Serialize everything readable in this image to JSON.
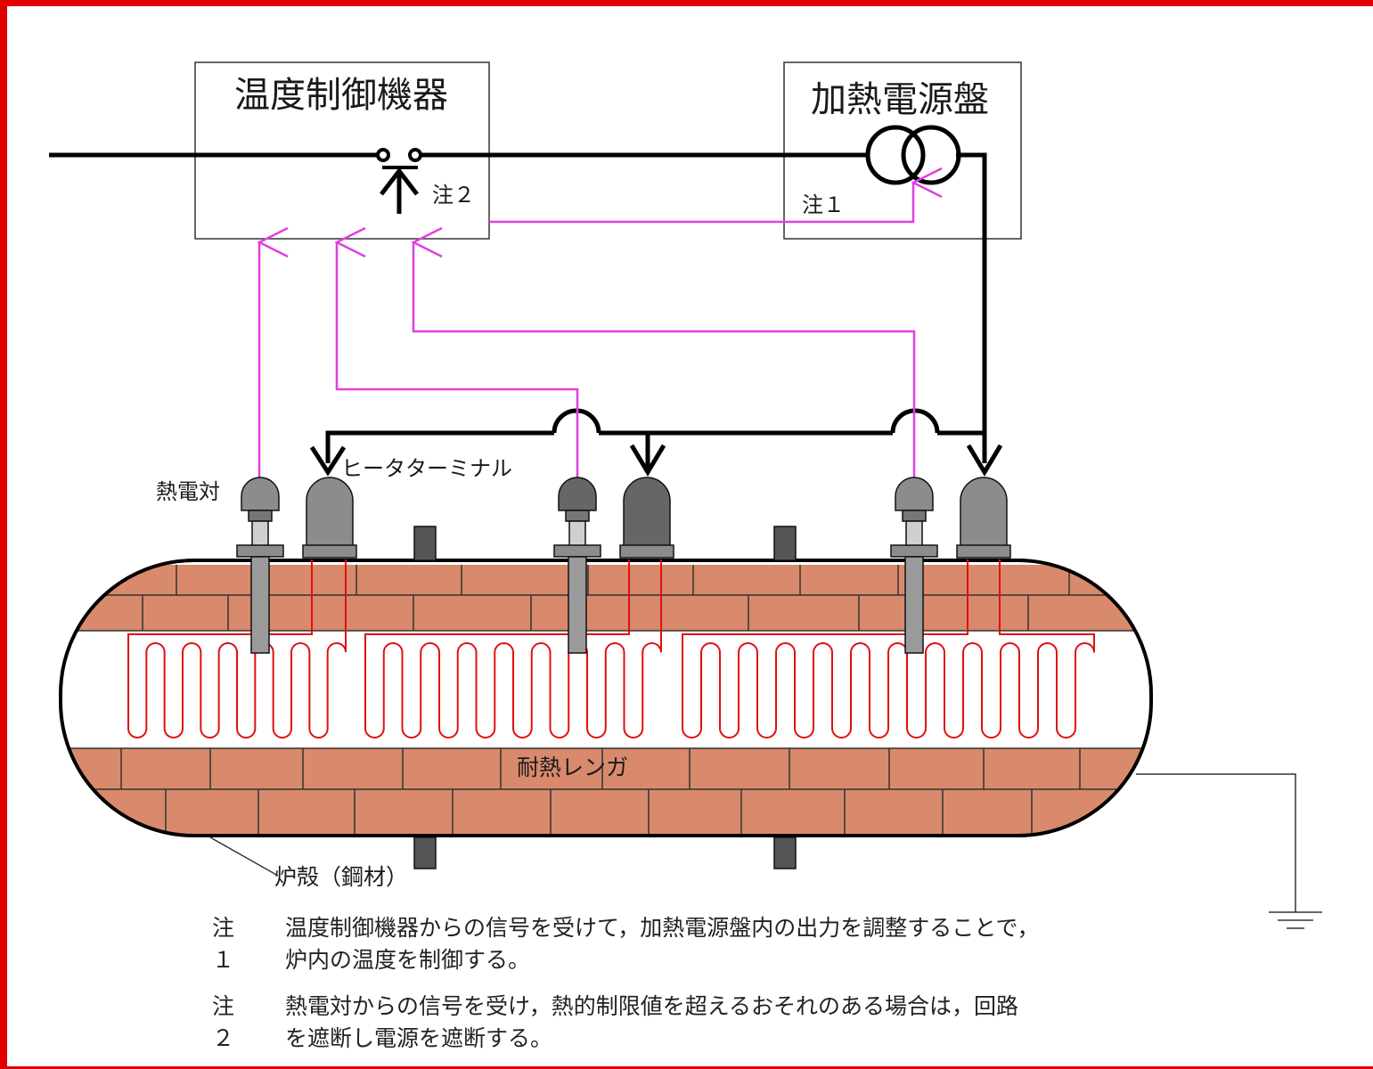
{
  "boxes": {
    "temp_controller": "温度制御機器",
    "power_panel": "加熱電源盤"
  },
  "labels": {
    "note2_marker": "注２",
    "note1_marker": "注１",
    "thermocouple": "熱電対",
    "heater_terminal": "ヒータターミナル",
    "refractory_brick": "耐熱レンガ",
    "furnace_shell": "炉殻（鋼材）"
  },
  "notes": [
    {
      "tag": "注１",
      "line1": "温度制御機器からの信号を受けて，加熱電源盤内の出力を調整することで，",
      "line2": "炉内の温度を制御する。"
    },
    {
      "tag": "注２",
      "line1": "熱電対からの信号を受け，熱的制限値を超えるおそれのある場合は，回路",
      "line2": "を遮断し電源を遮断する。"
    }
  ],
  "colors": {
    "frame": "#e00000",
    "signal_line": "#e040e0",
    "power_line": "#000000",
    "heater_coil": "#e01010",
    "brick": "#d98a6c",
    "terminal": "#8c8c8c"
  }
}
